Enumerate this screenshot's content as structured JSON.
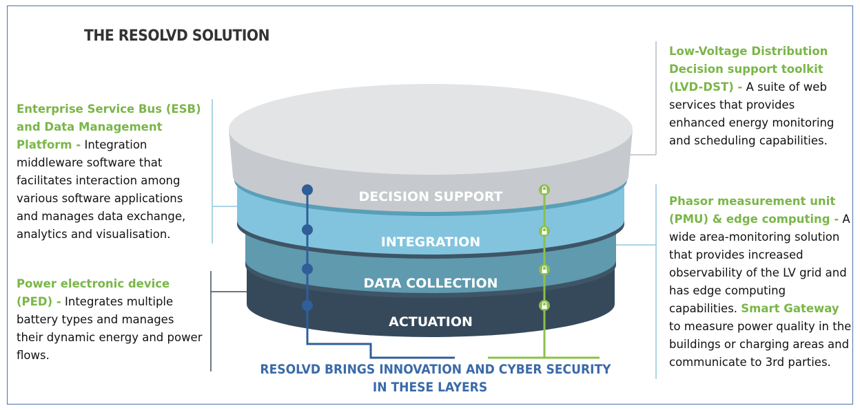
{
  "title": "THE RESOLVD SOLUTION",
  "layers": {
    "decision_support": "DECISION SUPPORT",
    "integration": "INTEGRATION",
    "data_collection": "DATA COLLECTION",
    "actuation": "ACTUATION"
  },
  "esb": {
    "heading": "Enterprise Service Bus (ESB) and Data Management Platform -",
    "body": " Integration middleware software that facilitates interaction among various software applications and manages data exchange, analytics and visualisation."
  },
  "ped": {
    "heading": "Power electronic device (PED) -",
    "body": " Integrates multiple battery types and manages their dynamic energy and power flows."
  },
  "lvd": {
    "heading": "Low-Voltage Distribution Decision support toolkit (LVD-DST) -",
    "body": " A suite of web services that provides enhanced energy monitoring and scheduling capabilities."
  },
  "pmu": {
    "heading": "Phasor measurement unit (PMU) & edge computing -",
    "body": " A wide area-monitoring solution that provides increased observability of the LV grid and has edge computing capabilities.",
    "gateway_heading": "Smart Gateway",
    "gateway_body": " to measure power quality in the buildings or charging areas and communicate to 3rd parties."
  },
  "caption": {
    "line1": "RESOLVD BRINGS INNOVATION AND CYBER SECURITY",
    "line2": "IN THESE LAYERS"
  },
  "colors": {
    "accent_green": "#7ab648",
    "caption_blue": "#3a6aa8",
    "innovation_line": "#2f5e99",
    "security_line": "#8cc04a"
  },
  "icons": {
    "innovation_markers": "dot-icon",
    "security_markers": "lock-icon"
  }
}
